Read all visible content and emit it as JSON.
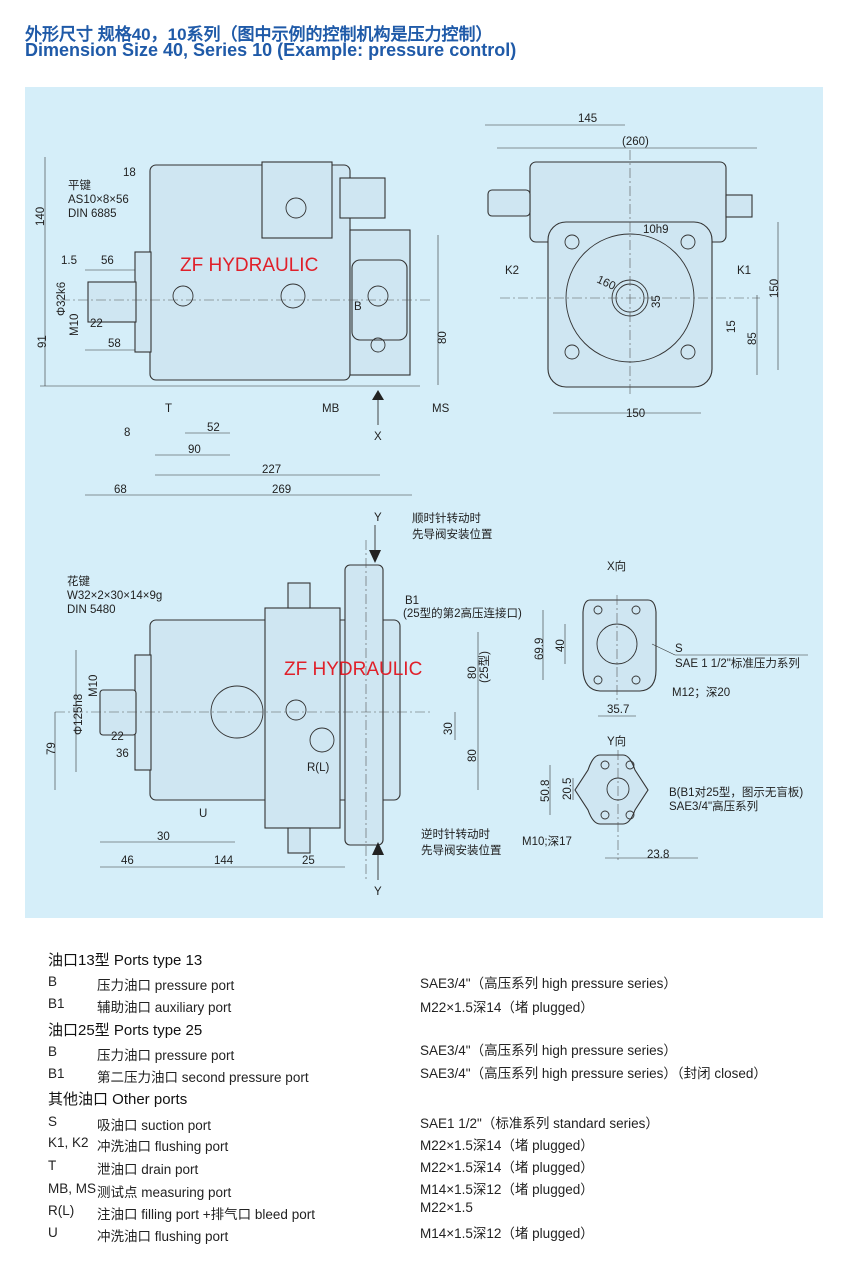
{
  "title_cn": "外形尺寸  规格40，10系列（图中示例的控制机构是压力控制）",
  "title_en": "Dimension  Size 40, Series 10  (Example: pressure control)",
  "watermark": "ZF HYDRAULIC",
  "side_view": {
    "key_label": "平键",
    "key_spec": "AS10×8×56",
    "key_din": "DIN 6885",
    "d140": "140",
    "d18": "18",
    "d1_5": "1.5",
    "d56": "56",
    "d32": "Φ32k6",
    "m10": "M10",
    "d22": "22",
    "d58": "58",
    "d91": "91",
    "d80": "80",
    "port_b": "B",
    "mb": "MB",
    "ms": "MS",
    "t": "T",
    "x": "X",
    "d8": "8",
    "d52": "52",
    "d90": "90",
    "d227": "227",
    "d68": "68",
    "d269": "269"
  },
  "front_view": {
    "d145": "145",
    "d260": "(260)",
    "d10": "10h9",
    "d160": "160",
    "d35": "35",
    "k2": "K2",
    "k1": "K1",
    "d150v": "150",
    "d15": "15",
    "d85": "85",
    "d150h": "150"
  },
  "top_view": {
    "y_top": "Y",
    "cw1": "顺时针转动时",
    "cw2": "先导阀安装位置",
    "b1": "B1",
    "b1_note": "(25型的第2高压连接口)",
    "spline_label": "花键",
    "spline_spec": "W32×2×30×14×9g",
    "spline_din": "DIN 5480",
    "m10": "M10",
    "d125": "Φ125h8",
    "d22": "22",
    "d36": "36",
    "d79": "79",
    "d80a": "80",
    "type25": "(25型)",
    "d30v": "30",
    "d80b": "80",
    "rl": "R(L)",
    "u": "U",
    "d30": "30",
    "d46": "46",
    "d144": "144",
    "d25": "25",
    "ccw1": "逆时针转动时",
    "ccw2": "先导阀安装位置",
    "y_bottom": "Y"
  },
  "x_view": {
    "title": "X向",
    "d69_9": "69.9",
    "d40": "40",
    "s": "S",
    "s_spec": "SAE 1 1/2\"标准压力系列",
    "m12": "M12；深20",
    "d35_7": "35.7"
  },
  "y_view": {
    "title": "Y向",
    "d50_8": "50.8",
    "d20_5": "20.5",
    "b_note": "B(B1对25型，图示无盲板)",
    "b_spec": "SAE3/4\"高压系列",
    "m10": "M10;深17",
    "d23_8": "23.8"
  },
  "ports": {
    "type13_header": "油口13型 Ports type 13",
    "type13": [
      {
        "code": "B",
        "desc": "压力油口 pressure port",
        "spec": "SAE3/4\"（高压系列 high pressure series）"
      },
      {
        "code": "B1",
        "desc": "辅助油口 auxiliary port",
        "spec": "M22×1.5深14（堵 plugged）"
      }
    ],
    "type25_header": "油口25型 Ports type 25",
    "type25": [
      {
        "code": "B",
        "desc": "压力油口 pressure port",
        "spec": "SAE3/4\"（高压系列 high pressure series）"
      },
      {
        "code": "B1",
        "desc": "第二压力油口 second pressure port",
        "spec": "SAE3/4\"（高压系列 high pressure series）（封闭 closed）"
      }
    ],
    "other_header": "其他油口 Other ports",
    "other": [
      {
        "code": "S",
        "desc": "吸油口 suction port",
        "spec": "SAE1 1/2\"（标准系列 standard series）"
      },
      {
        "code": "K1, K2",
        "desc": "冲洗油口 flushing port",
        "spec": "M22×1.5深14（堵 plugged）"
      },
      {
        "code": "T",
        "desc": "泄油口 drain port",
        "spec": "M22×1.5深14（堵 plugged）"
      },
      {
        "code": "MB, MS",
        "desc": "测试点 measuring port",
        "spec": "M14×1.5深12（堵 plugged）"
      },
      {
        "code": "R(L)",
        "desc": "注油口 filling port +排气口 bleed port",
        "spec": "M22×1.5"
      },
      {
        "code": "U",
        "desc": "冲洗油口 flushing port",
        "spec": "M14×1.5深12（堵 plugged）"
      }
    ]
  },
  "colors": {
    "title": "#1f5aa8",
    "panel": "#d5eef9",
    "watermark": "#e0202a"
  }
}
